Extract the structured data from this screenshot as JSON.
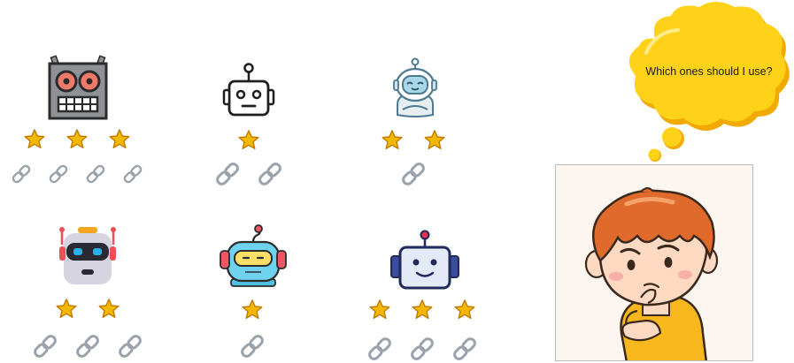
{
  "thought_bubble": {
    "text": "Which ones should I use?"
  },
  "robots": [
    {
      "name": "boxy-grey-robot-icon",
      "stars": 3,
      "links": 4
    },
    {
      "name": "outline-antenna-robot-icon",
      "stars": 1,
      "links": 2
    },
    {
      "name": "white-round-robot-icon",
      "stars": 2,
      "links": 1
    },
    {
      "name": "grey-visor-robot-icon",
      "stars": 2,
      "links": 3
    },
    {
      "name": "teal-capsule-robot-icon",
      "stars": 1,
      "links": 1
    },
    {
      "name": "navy-square-robot-icon",
      "stars": 3,
      "links": 3
    }
  ],
  "icons": {
    "rating": "star-icon",
    "connection": "chain-link-icon"
  },
  "colors": {
    "star": "#f5b800",
    "star_outline": "#c07a00",
    "link": "#9aa3ab",
    "bubble": "#ffd21a",
    "bubble_shadow": "#f2a900"
  }
}
